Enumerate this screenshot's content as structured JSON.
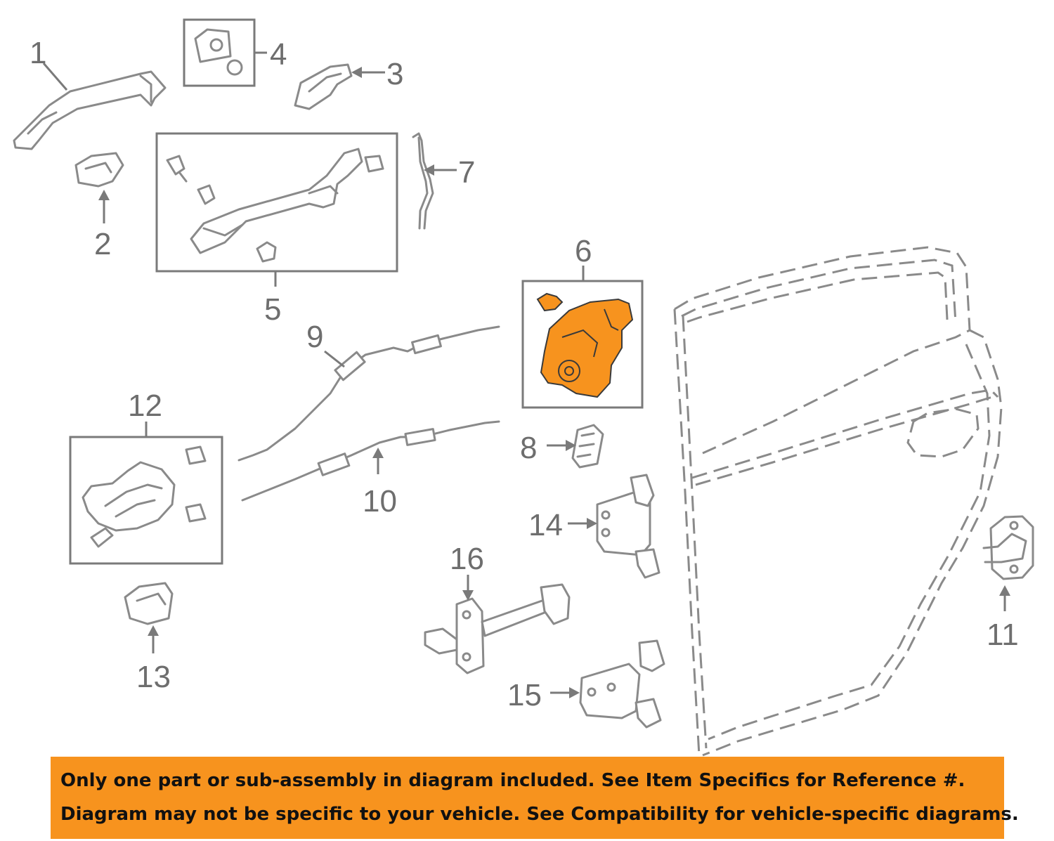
{
  "colors": {
    "line_art": "#8a8a8a",
    "label": "#6e6e6e",
    "highlight_part": "#f7931e",
    "banner_background": "#f7931e",
    "banner_text": "#111111"
  },
  "callouts": {
    "c1": "1",
    "c2": "2",
    "c3": "3",
    "c4": "4",
    "c5": "5",
    "c6": "6",
    "c7": "7",
    "c8": "8",
    "c9": "9",
    "c10": "10",
    "c11": "11",
    "c12": "12",
    "c13": "13",
    "c14": "14",
    "c15": "15",
    "c16": "16"
  },
  "highlighted_callout": "6",
  "banner": {
    "line1": "Only one part or sub-assembly in diagram included. See Item Specifics for Reference #.",
    "line2": "Diagram may not be specific to your vehicle. See Compatibility for vehicle-specific diagrams."
  }
}
